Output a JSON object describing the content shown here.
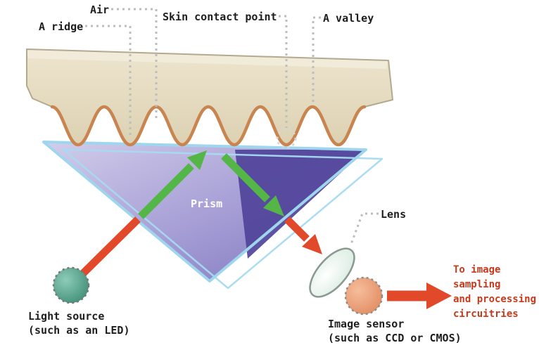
{
  "labels": {
    "air": "Air",
    "a_ridge": "A ridge",
    "skin_contact_point": "Skin contact point",
    "a_valley": "A valley",
    "prism": "Prism",
    "lens": "Lens",
    "light_source": {
      "line1": "Light source",
      "line2": "(such as an LED)"
    },
    "image_sensor": {
      "line1": "Image sensor",
      "line2": "(such as CCD or CMOS)"
    },
    "output": {
      "line1": "To image",
      "line2": "sampling",
      "line3": "and processing",
      "line4": "circuitries"
    }
  },
  "colors": {
    "beam_red": "#e2492b",
    "beam_green": "#55b648",
    "skin_outline": "#c9854f",
    "finger_fill": "#e8dfc8",
    "prism_edge": "#9fd6ee",
    "prism_dark_face": "#50439a",
    "light_source_fill": "#53a18c",
    "image_sensor_fill": "#eb9c74",
    "output_text": "#c8381a",
    "leader_dotted": "#bdbdbd"
  }
}
